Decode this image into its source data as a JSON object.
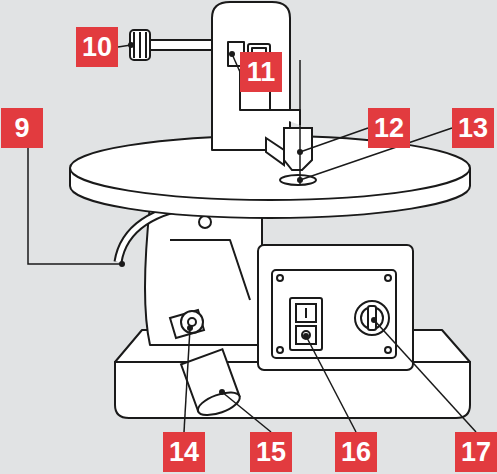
{
  "diagram": {
    "labels": [
      "9",
      "10",
      "11",
      "12",
      "13",
      "14",
      "15",
      "16",
      "17"
    ]
  }
}
